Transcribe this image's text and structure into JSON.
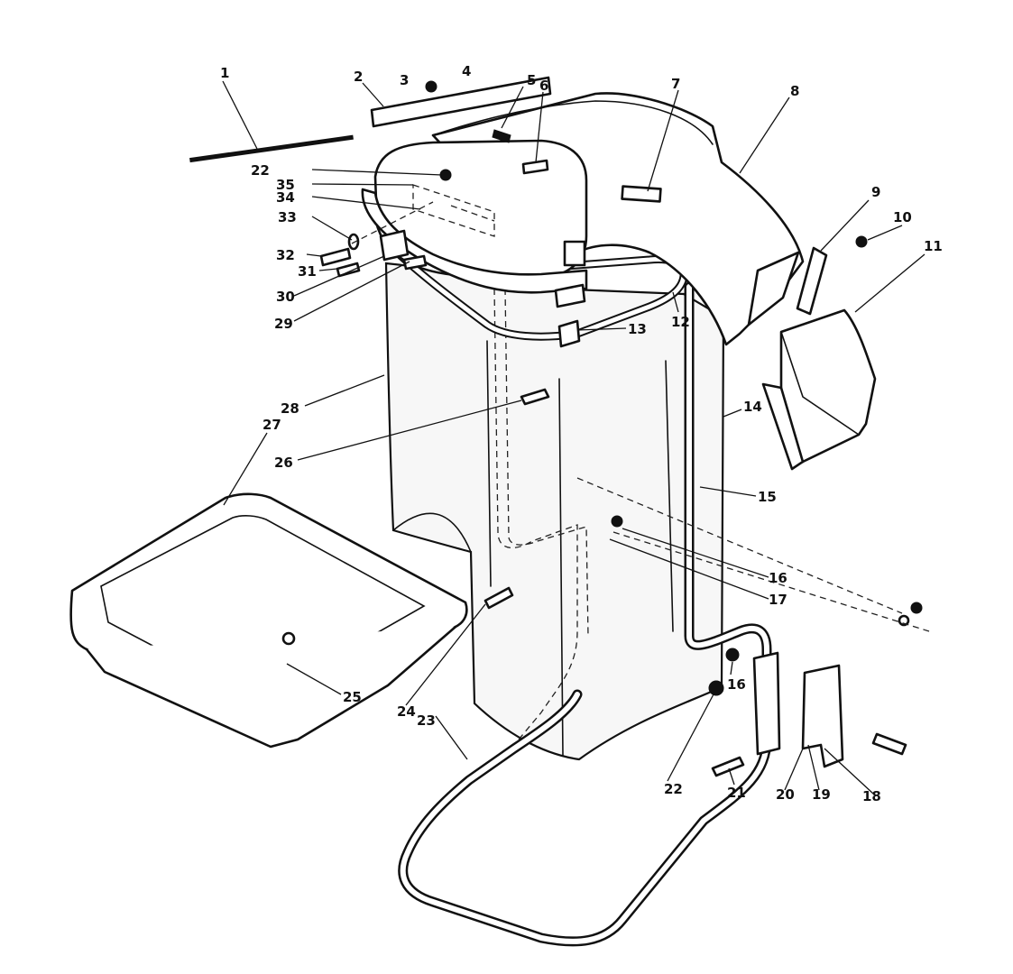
{
  "diagram": {
    "type": "exploded-parts-diagram",
    "callouts": [
      {
        "id": "1",
        "label": "1"
      },
      {
        "id": "2",
        "label": "2"
      },
      {
        "id": "3",
        "label": "3"
      },
      {
        "id": "4",
        "label": "4"
      },
      {
        "id": "5",
        "label": "5"
      },
      {
        "id": "6",
        "label": "6"
      },
      {
        "id": "7",
        "label": "7"
      },
      {
        "id": "8",
        "label": "8"
      },
      {
        "id": "9",
        "label": "9"
      },
      {
        "id": "10",
        "label": "10"
      },
      {
        "id": "11",
        "label": "11"
      },
      {
        "id": "12",
        "label": "12"
      },
      {
        "id": "13",
        "label": "13"
      },
      {
        "id": "14",
        "label": "14"
      },
      {
        "id": "15",
        "label": "15"
      },
      {
        "id": "16a",
        "label": "16"
      },
      {
        "id": "16b",
        "label": "16"
      },
      {
        "id": "17",
        "label": "17"
      },
      {
        "id": "18",
        "label": "18"
      },
      {
        "id": "19",
        "label": "19"
      },
      {
        "id": "20",
        "label": "20"
      },
      {
        "id": "21",
        "label": "21"
      },
      {
        "id": "22a",
        "label": "22"
      },
      {
        "id": "22b",
        "label": "22"
      },
      {
        "id": "23",
        "label": "23"
      },
      {
        "id": "24",
        "label": "24"
      },
      {
        "id": "25",
        "label": "25"
      },
      {
        "id": "26",
        "label": "26"
      },
      {
        "id": "27",
        "label": "27"
      },
      {
        "id": "28",
        "label": "28"
      },
      {
        "id": "29",
        "label": "29"
      },
      {
        "id": "30",
        "label": "30"
      },
      {
        "id": "31",
        "label": "31"
      },
      {
        "id": "32",
        "label": "32"
      },
      {
        "id": "33",
        "label": "33"
      },
      {
        "id": "34",
        "label": "34"
      },
      {
        "id": "35",
        "label": "35"
      }
    ]
  }
}
